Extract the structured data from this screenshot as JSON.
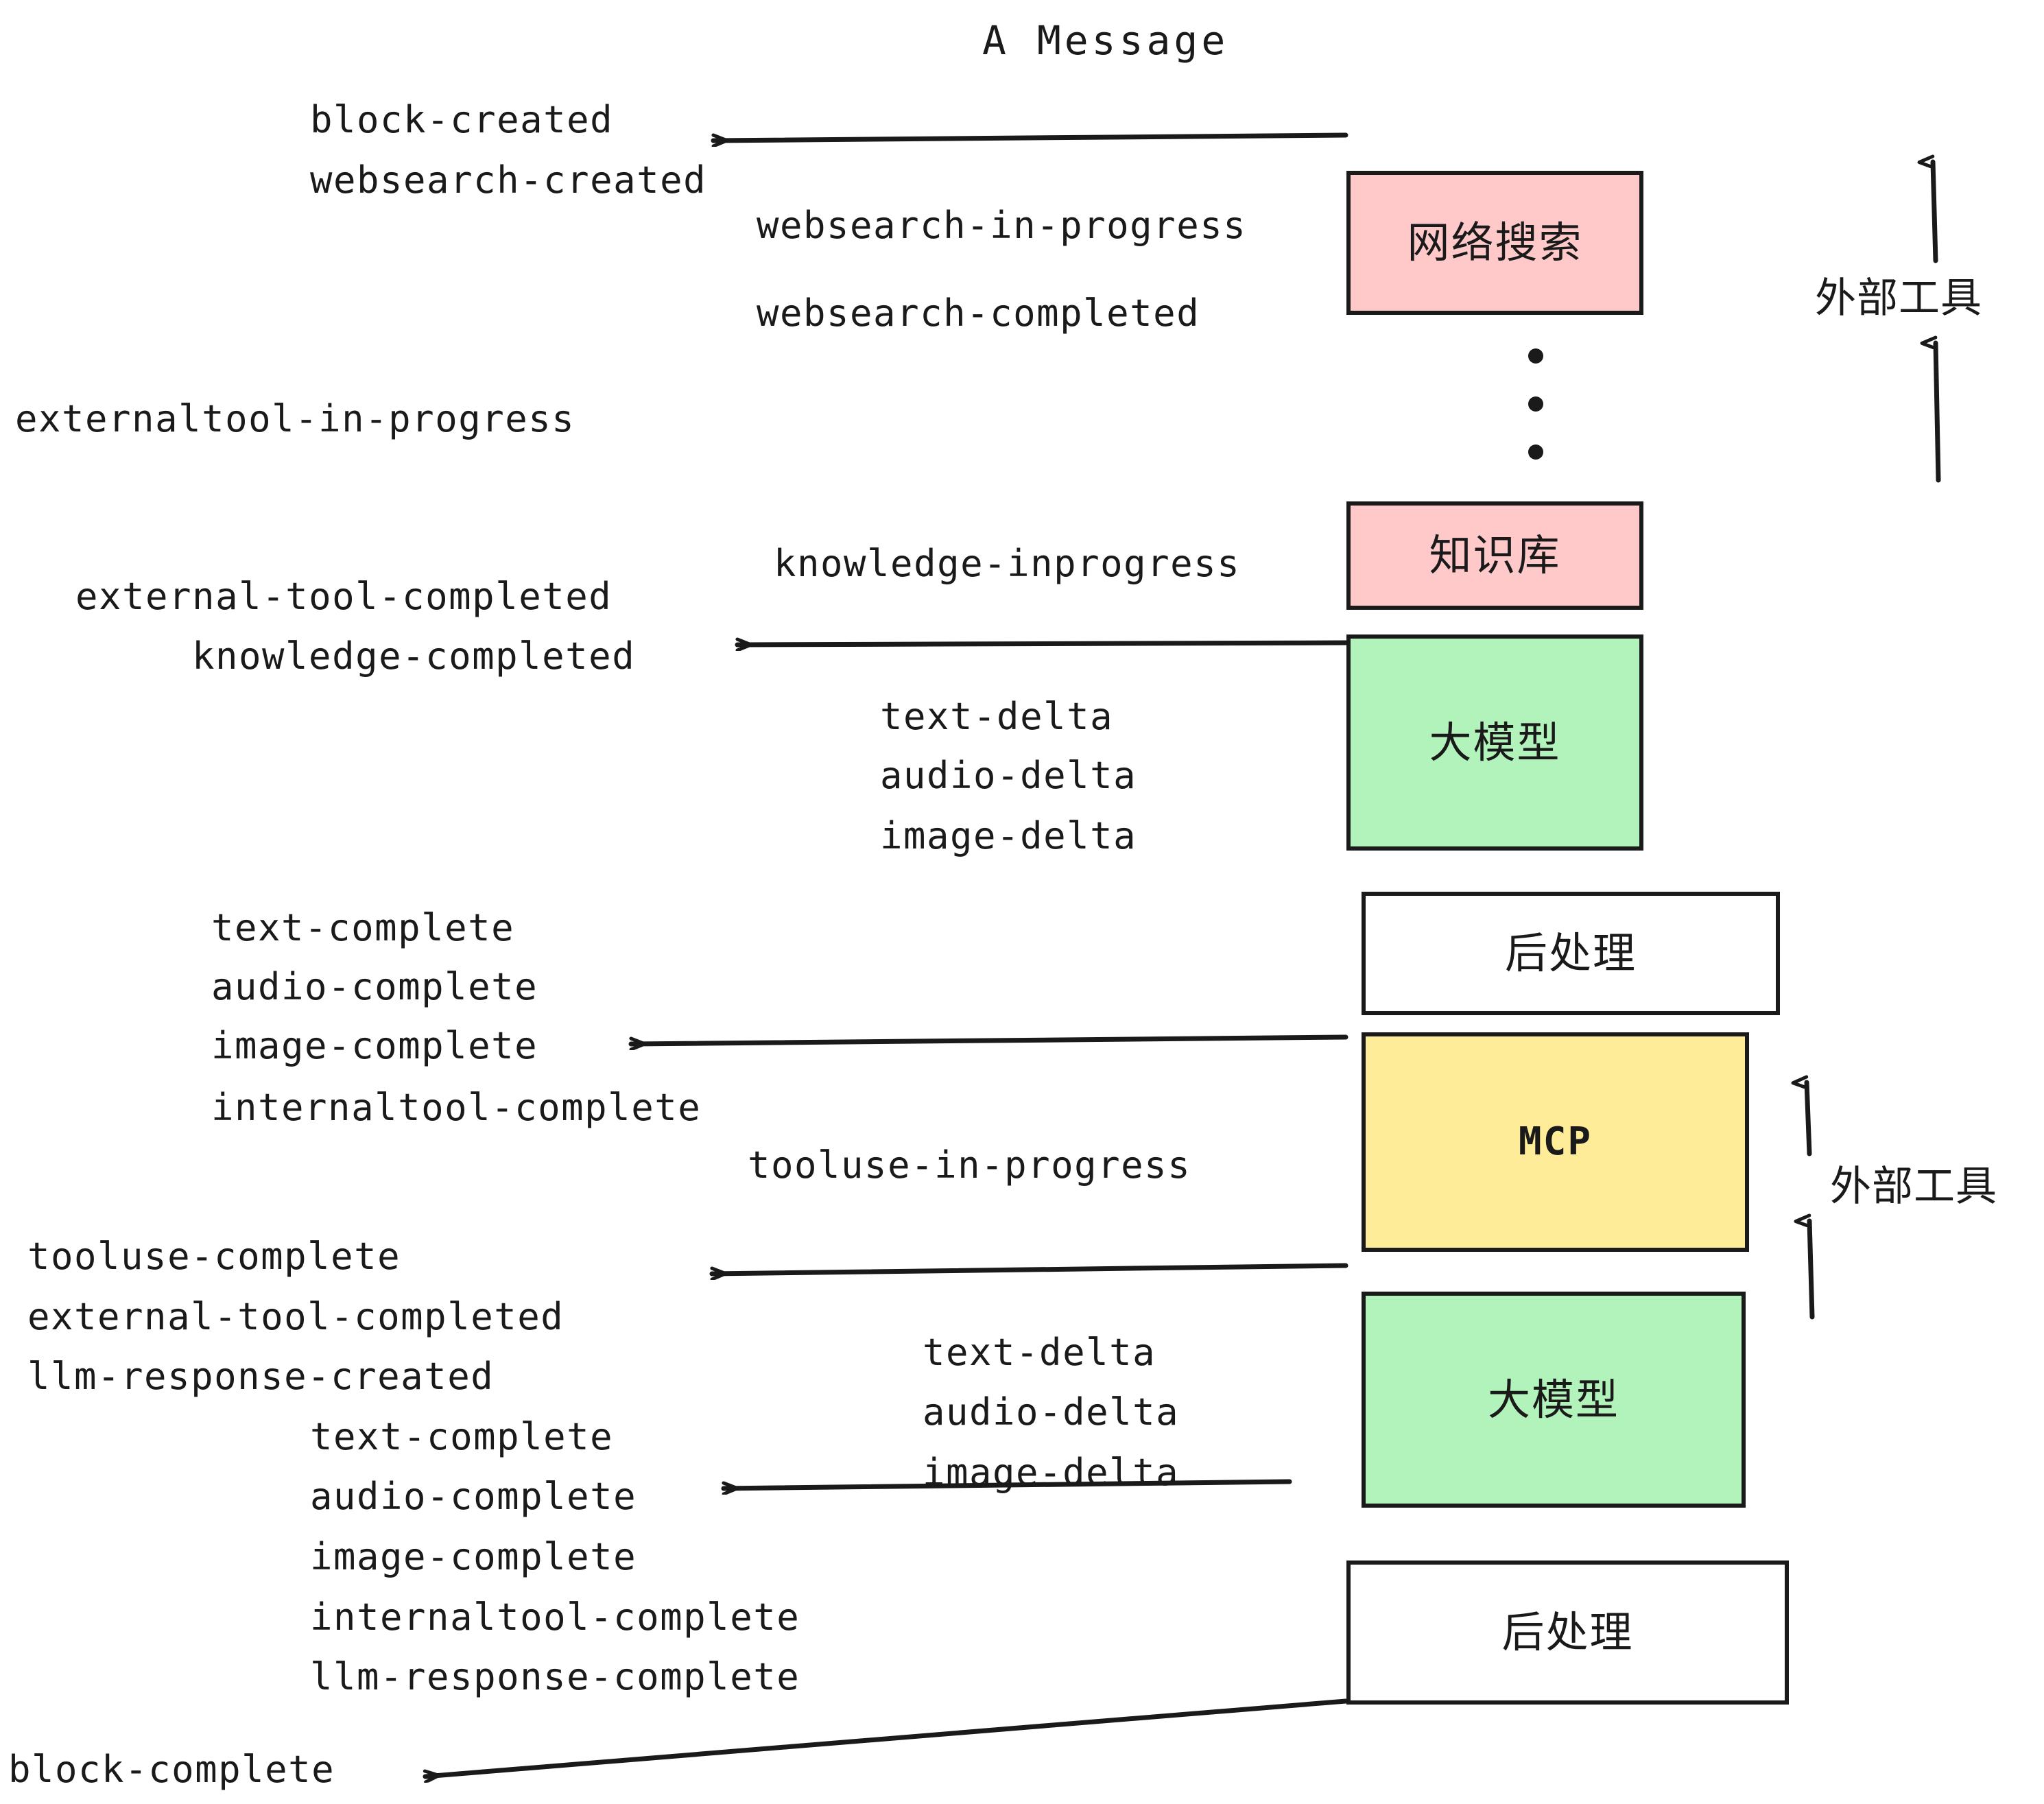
{
  "diagram": {
    "title": "A Message",
    "colors": {
      "pink": "#FFC9C9",
      "green": "#B2F2BB",
      "yellow": "#FFEC99",
      "white": "#FFFFFF",
      "stroke": "#1A1A1A"
    },
    "nodes": [
      {
        "id": "websearch",
        "label": "网络搜索",
        "fill": "#FFC9C9"
      },
      {
        "id": "knowledgebase",
        "label": "知识库",
        "fill": "#FFC9C9"
      },
      {
        "id": "llm-1",
        "label": "大模型",
        "fill": "#B2F2BB"
      },
      {
        "id": "postprocess-1",
        "label": "后处理",
        "fill": "#FFFFFF"
      },
      {
        "id": "mcp",
        "label": "MCP",
        "fill": "#FFEC99"
      },
      {
        "id": "llm-2",
        "label": "大模型",
        "fill": "#B2F2BB"
      },
      {
        "id": "postprocess-2",
        "label": "后处理",
        "fill": "#FFFFFF"
      }
    ],
    "side_labels": [
      {
        "id": "external-tools-top",
        "text": "外部工具"
      },
      {
        "id": "external-tools-bottom",
        "text": "外部工具"
      }
    ],
    "events": [
      {
        "id": "e01",
        "text": "block-created"
      },
      {
        "id": "e02",
        "text": "websearch-created"
      },
      {
        "id": "e03",
        "text": "websearch-in-progress"
      },
      {
        "id": "e04",
        "text": "websearch-completed"
      },
      {
        "id": "e05",
        "text": "externaltool-in-progress"
      },
      {
        "id": "e06",
        "text": "knowledge-inprogress"
      },
      {
        "id": "e07",
        "text": "external-tool-completed"
      },
      {
        "id": "e08",
        "text": "knowledge-completed"
      },
      {
        "id": "e09",
        "text": "text-delta"
      },
      {
        "id": "e10",
        "text": "audio-delta"
      },
      {
        "id": "e11",
        "text": "image-delta"
      },
      {
        "id": "e12",
        "text": "text-complete"
      },
      {
        "id": "e13",
        "text": "audio-complete"
      },
      {
        "id": "e14",
        "text": "image-complete"
      },
      {
        "id": "e15",
        "text": "internaltool-complete"
      },
      {
        "id": "e16",
        "text": "tooluse-in-progress"
      },
      {
        "id": "e17",
        "text": "tooluse-complete"
      },
      {
        "id": "e18",
        "text": "external-tool-completed"
      },
      {
        "id": "e19",
        "text": "llm-response-created"
      },
      {
        "id": "e20",
        "text": "text-complete"
      },
      {
        "id": "e21",
        "text": "audio-complete"
      },
      {
        "id": "e22",
        "text": "image-complete"
      },
      {
        "id": "e23",
        "text": "internaltool-complete"
      },
      {
        "id": "e24",
        "text": "llm-response-complete"
      },
      {
        "id": "e25",
        "text": "text-delta"
      },
      {
        "id": "e26",
        "text": "audio-delta"
      },
      {
        "id": "e27",
        "text": "image-delta"
      },
      {
        "id": "e28",
        "text": "block-complete"
      }
    ]
  }
}
